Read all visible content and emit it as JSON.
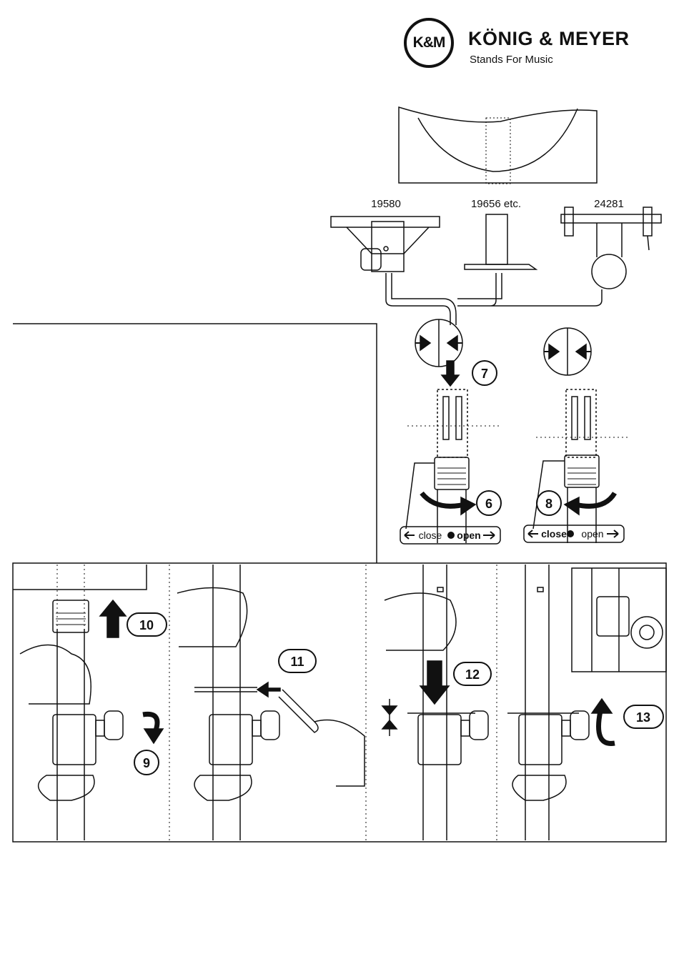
{
  "brand": {
    "badge": "K&M",
    "name": "KÖNIG & MEYER",
    "tagline": "Stands For Music"
  },
  "adapters": [
    {
      "label": "19580"
    },
    {
      "label": "19656 etc."
    },
    {
      "label": "24281"
    }
  ],
  "steps": [
    "6",
    "7",
    "8",
    "9",
    "10",
    "11",
    "12",
    "13"
  ],
  "close_open_left": {
    "close": "close",
    "open": "open"
  },
  "close_open_right": {
    "close": "close",
    "open": "open"
  },
  "collar_print": "close ● open"
}
